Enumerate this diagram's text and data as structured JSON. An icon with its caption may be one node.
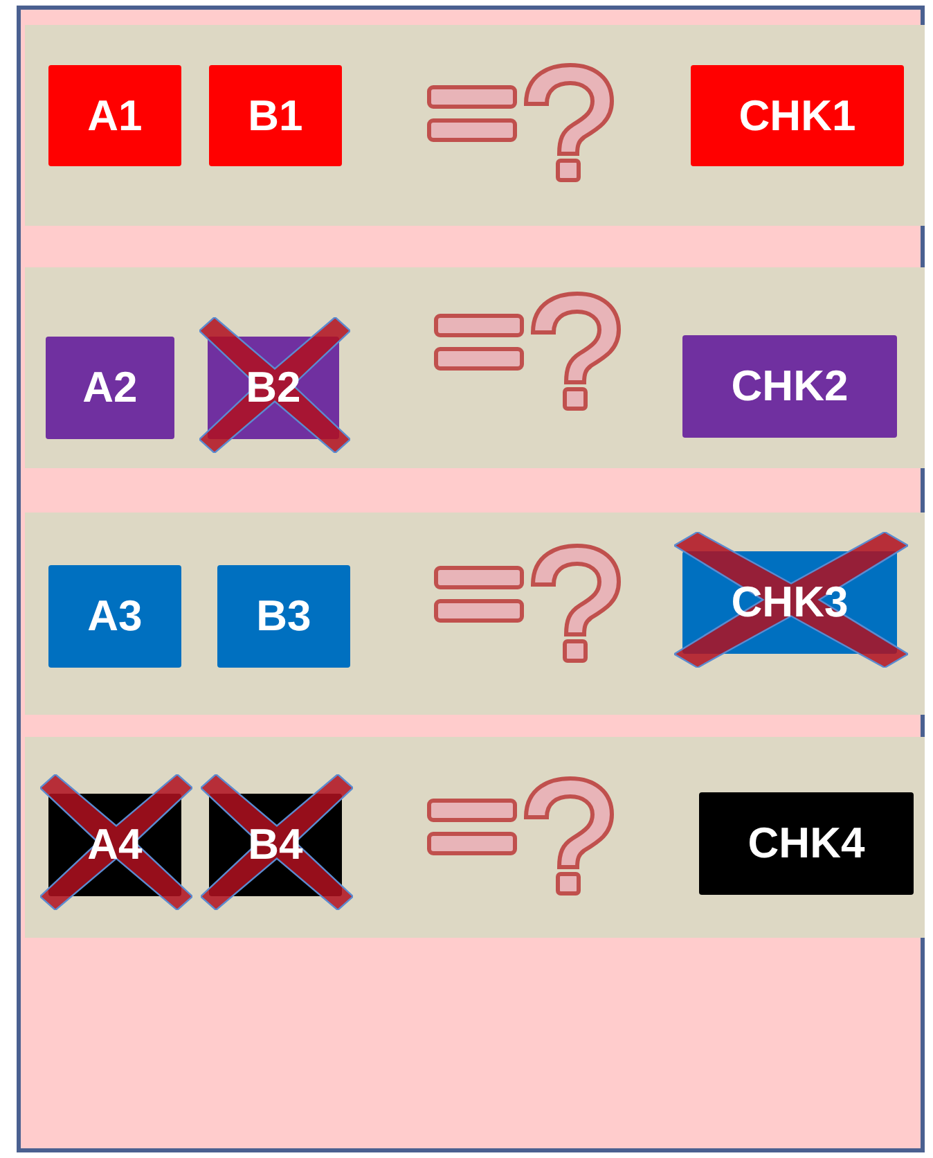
{
  "diagram": {
    "nodes": [
      {
        "text": [
          "A1"
        ]
      },
      {
        "text": [
          "B1"
        ]
      },
      {
        "text": [
          "CHK1"
        ]
      },
      {
        "text": [
          "A2"
        ]
      },
      {
        "text": [
          "B2"
        ]
      },
      {
        "text": [
          "CHK2"
        ]
      },
      {
        "text": [
          "A3"
        ]
      },
      {
        "text": [
          "B3"
        ]
      },
      {
        "text": [
          "CHK3"
        ]
      },
      {
        "text": [
          "A4"
        ]
      },
      {
        "text": [
          "B4"
        ]
      },
      {
        "text": [
          "CHK4"
        ]
      }
    ]
  }
}
